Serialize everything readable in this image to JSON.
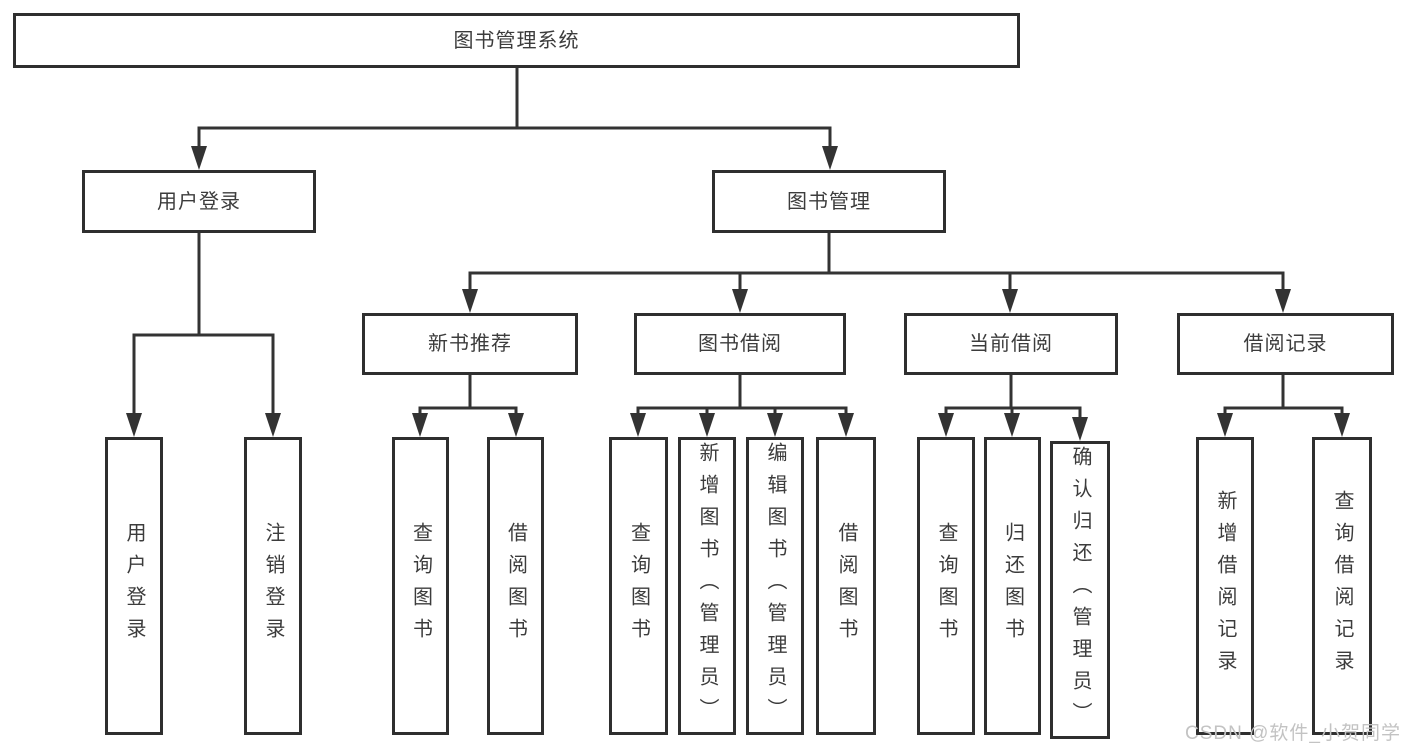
{
  "colors": {
    "line": "#333333",
    "box_border": "#2f2f2f",
    "text": "#3c3c3c",
    "watermark": "#c3c3c3",
    "background": "#ffffff"
  },
  "tree": {
    "label": "图书管理系统",
    "children": [
      {
        "label": "用户登录",
        "children": [
          {
            "label": "用户登录"
          },
          {
            "label": "注销登录"
          }
        ]
      },
      {
        "label": "图书管理",
        "children": [
          {
            "label": "新书推荐",
            "children": [
              {
                "label": "查询图书"
              },
              {
                "label": "借阅图书"
              }
            ]
          },
          {
            "label": "图书借阅",
            "children": [
              {
                "label": "查询图书"
              },
              {
                "label": "新增图书（管理员）"
              },
              {
                "label": "编辑图书（管理员）"
              },
              {
                "label": "借阅图书"
              }
            ]
          },
          {
            "label": "当前借阅",
            "children": [
              {
                "label": "查询图书"
              },
              {
                "label": "归还图书"
              },
              {
                "label": "确认归还（管理员）"
              }
            ]
          },
          {
            "label": "借阅记录",
            "children": [
              {
                "label": "新增借阅记录"
              },
              {
                "label": "查询借阅记录"
              }
            ]
          }
        ]
      }
    ]
  },
  "watermark": {
    "text": "CSDN @软件_小贺同学"
  }
}
